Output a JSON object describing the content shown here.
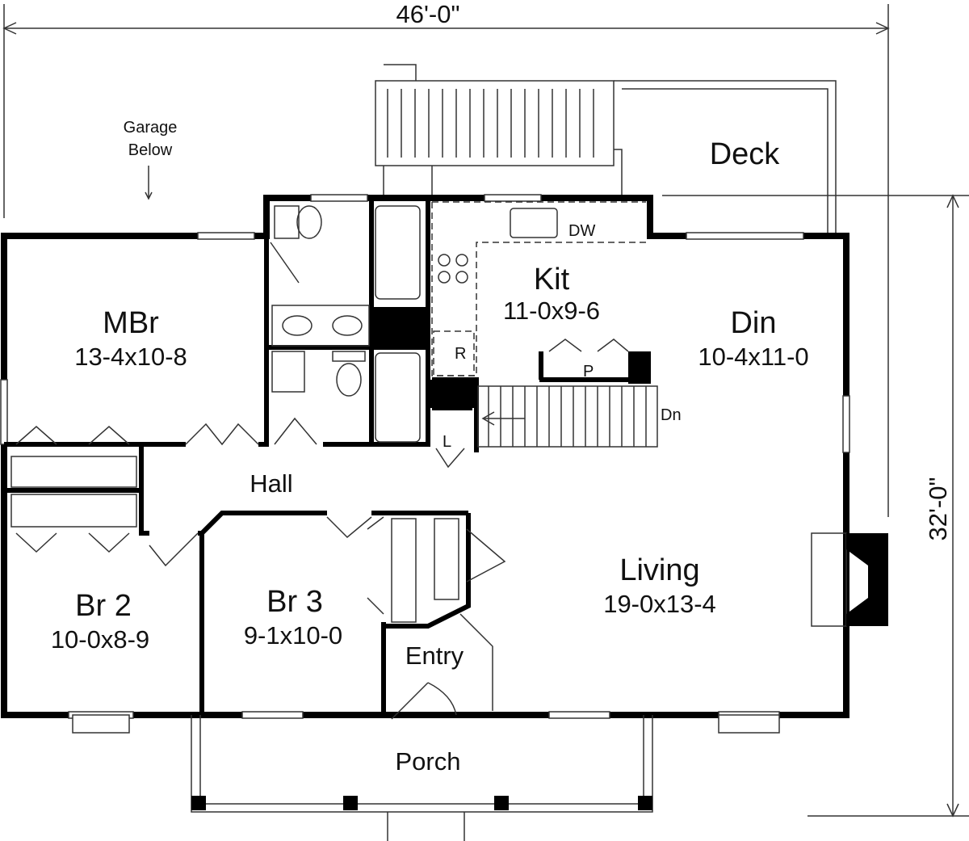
{
  "dimensions": {
    "width": "46'-0\"",
    "depth": "32'-0\""
  },
  "notes": {
    "garage_line1": "Garage",
    "garage_line2": "Below"
  },
  "rooms": {
    "deck": {
      "name": "Deck"
    },
    "kitchen": {
      "name": "Kit",
      "size": "11-0x9-6"
    },
    "master": {
      "name": "MBr",
      "size": "13-4x10-8"
    },
    "dining": {
      "name": "Din",
      "size": "10-4x11-0"
    },
    "hall": {
      "name": "Hall"
    },
    "br2": {
      "name": "Br 2",
      "size": "10-0x8-9"
    },
    "br3": {
      "name": "Br 3",
      "size": "9-1x10-0"
    },
    "entry": {
      "name": "Entry"
    },
    "living": {
      "name": "Living",
      "size": "19-0x13-4"
    },
    "porch": {
      "name": "Porch"
    }
  },
  "fixtures": {
    "dishwasher": "DW",
    "refrigerator": "R",
    "pantry": "P",
    "stairs_down": "Dn",
    "linen": "L"
  }
}
